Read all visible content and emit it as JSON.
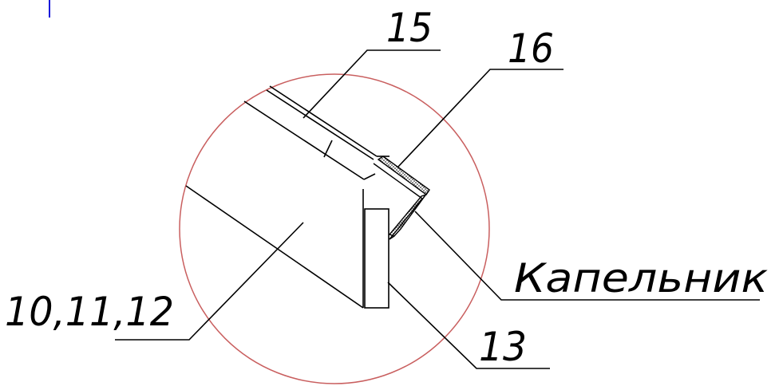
{
  "labels": {
    "part_15": "15",
    "part_16": "16",
    "drip_edge": "Капельник",
    "parts_10_11_12": "10,11,12",
    "part_13": "13"
  },
  "colors": {
    "detail_circle": "#c95f5f",
    "cursor_mark": "#1a1adb",
    "lines": "#000000"
  }
}
